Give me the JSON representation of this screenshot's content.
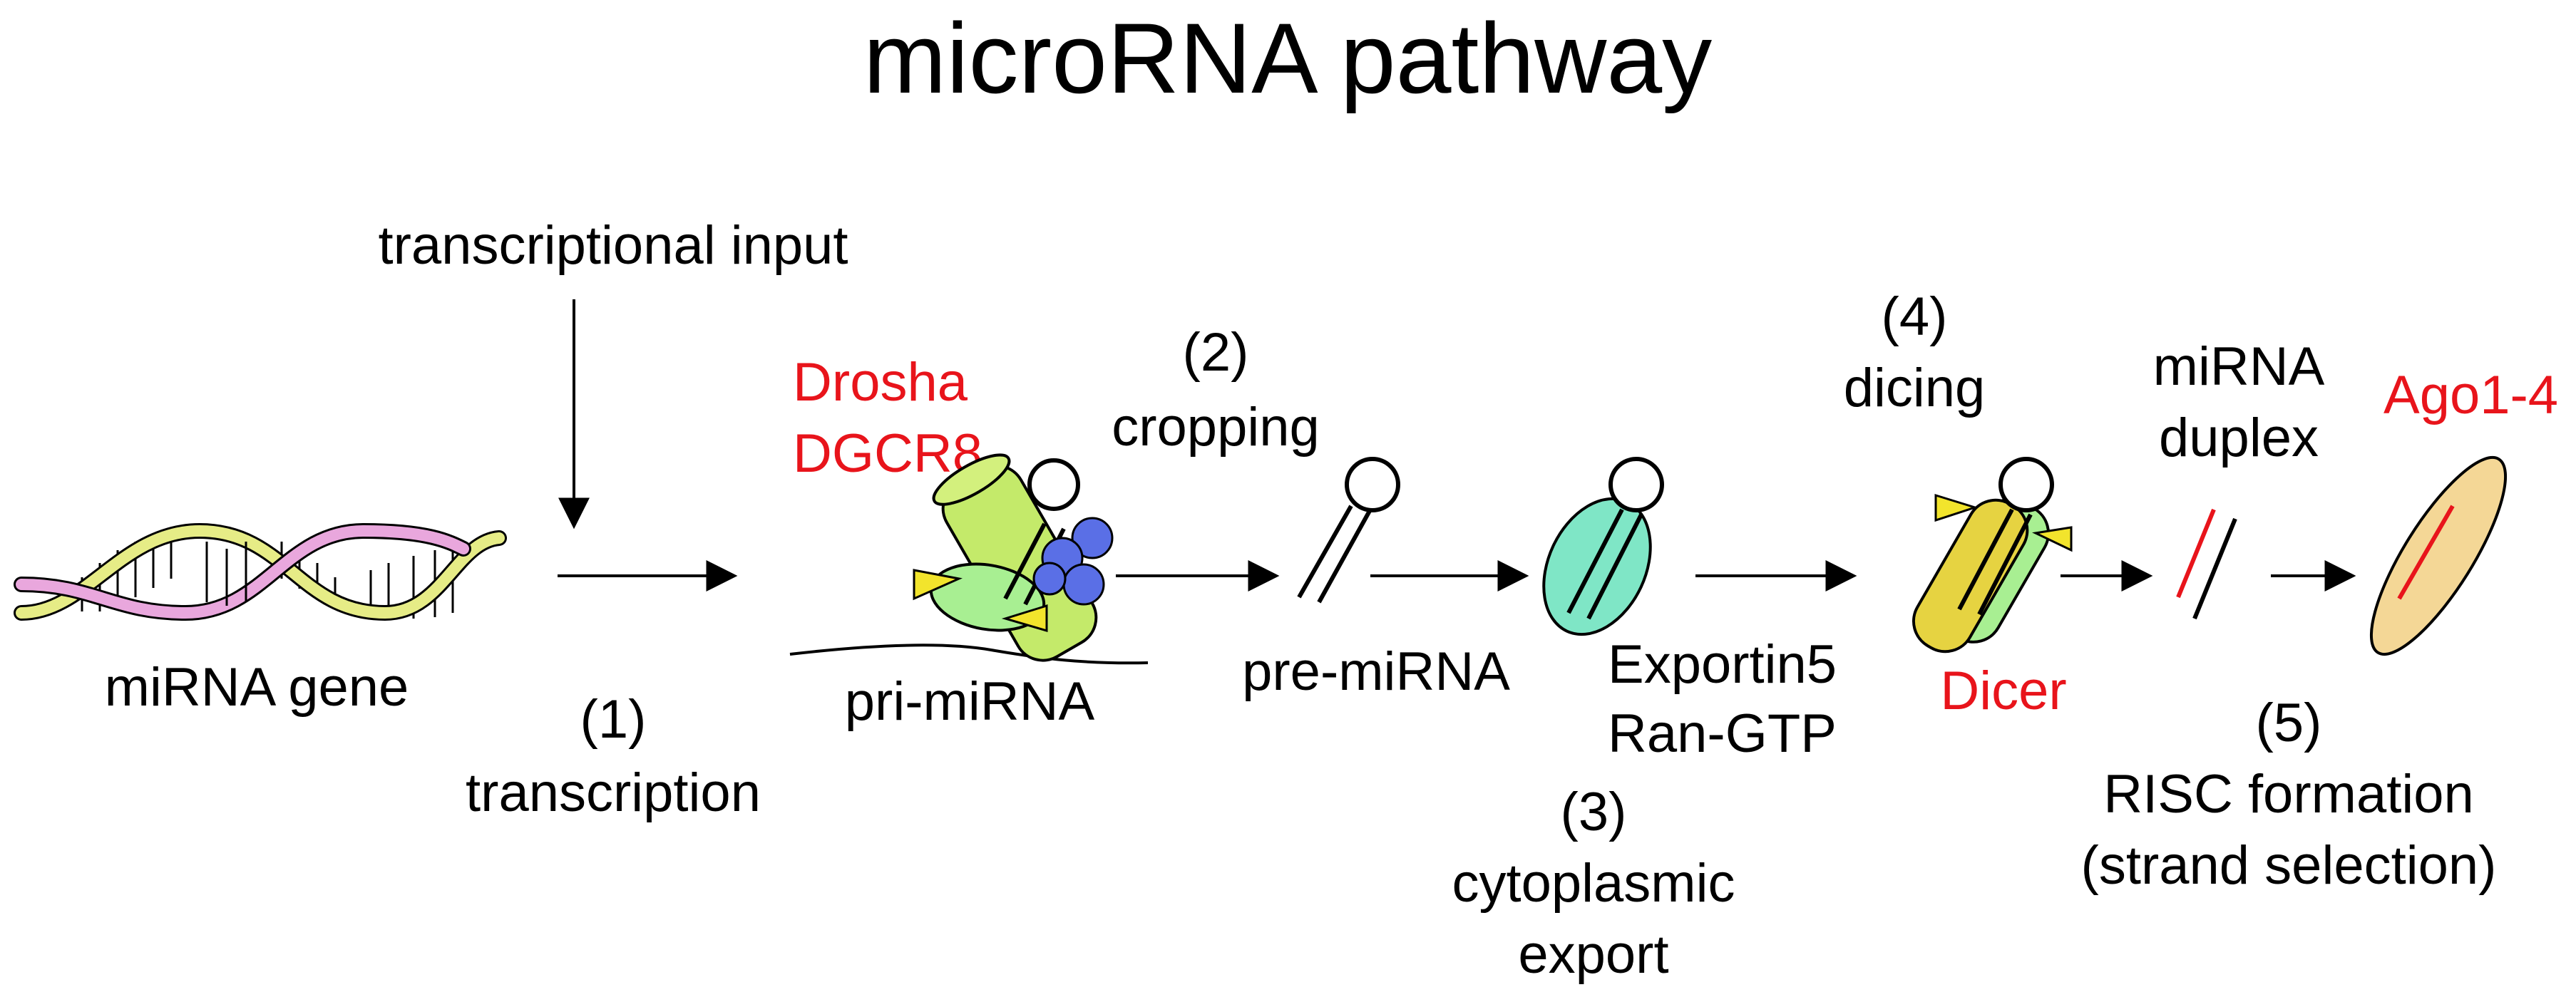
{
  "title": "microRNA pathway",
  "labels": {
    "transcriptional_input": "transcriptional input",
    "mirna_gene": "miRNA gene",
    "step1_num": "(1)",
    "step1_name": "transcription",
    "drosha": "Drosha",
    "dgcr8": "DGCR8",
    "pri_mirna": "pri-miRNA",
    "step2_num": "(2)",
    "step2_name": "cropping",
    "pre_mirna": "pre-miRNA",
    "exportin5": "Exportin5",
    "ran_gtp": "Ran-GTP",
    "step3_num": "(3)",
    "step3_name_1": "cytoplasmic",
    "step3_name_2": "export",
    "step4_num": "(4)",
    "step4_name": "dicing",
    "dicer": "Dicer",
    "mirna_1": "miRNA",
    "mirna_2": "duplex",
    "ago": "Ago1-4",
    "step5_num": "(5)",
    "step5_name_1": "RISC formation",
    "step5_name_2": "(strand selection)"
  },
  "colors": {
    "protein_label": "#e8141b",
    "helix_strand_a": "#e9a7dd",
    "helix_strand_b": "#e6ec86",
    "drosha_body": "#c4ea6a",
    "dgcr8_beads": "#5a6fe6",
    "exportin_body": "#7fe6c6",
    "dicer_body": "#e6d341",
    "ago_body": "#f4d796",
    "mirna_guide_strand": "#e8141b",
    "arrowhead": "#000000"
  }
}
